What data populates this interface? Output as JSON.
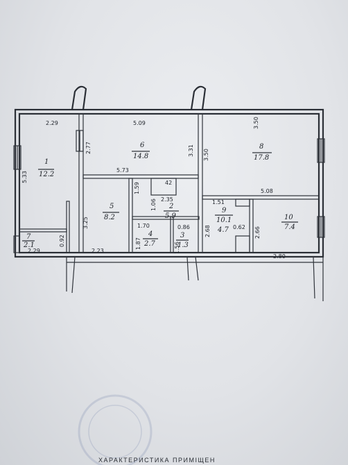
{
  "rooms": [
    {
      "num": "1",
      "area": "12.2"
    },
    {
      "num": "6",
      "area": "14.8"
    },
    {
      "num": "8",
      "area": "17.8"
    },
    {
      "num": "5",
      "area": "8.2"
    },
    {
      "num": "2",
      "area": "5.9"
    },
    {
      "num": "9",
      "area": "10.1"
    },
    {
      "num": "10",
      "area": "7.4"
    },
    {
      "num": "4",
      "area": "2.7"
    },
    {
      "num": "3",
      "area": "1.3"
    },
    {
      "num": "7",
      "area": "2.1"
    }
  ],
  "extra_area": "4.7",
  "dims": {
    "d229_top": "2.29",
    "d509": "5.09",
    "d277": "2.77",
    "d533": "5.33",
    "d331": "3.31",
    "d350": "3.50",
    "d573": "5.73",
    "d508": "5.08",
    "d325": "3.25",
    "d159": "1.59",
    "d106": "1.06",
    "d235": "2.35",
    "d42": "42",
    "d151": "1.51",
    "d170": "1.70",
    "d086": "0.86",
    "d062": "0.62",
    "d268": "2.68",
    "d266": "2.66",
    "d187": "1.87",
    "d156": "1.56",
    "d223": "2.23",
    "d092": "0.92",
    "d229_bot": "2.29",
    "d280": "2.80"
  },
  "footer_text": "ХАРАКТЕРИСТИКА ПРИМІЩЕН"
}
